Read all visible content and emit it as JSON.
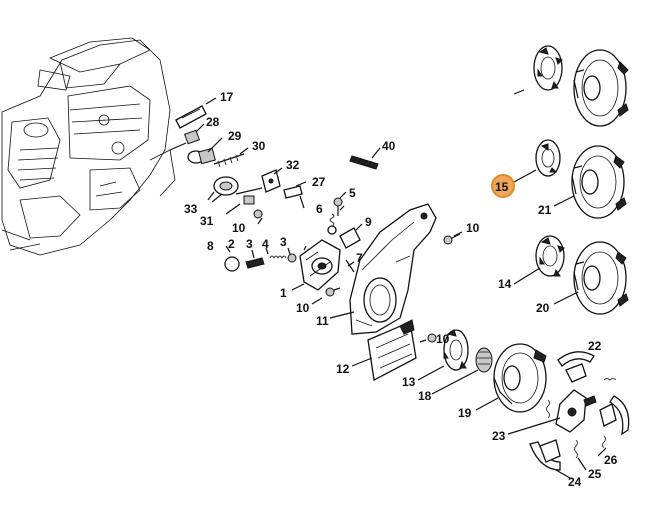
{
  "diagram": {
    "highlight_color": "#e08a2a",
    "callouts": [
      {
        "id": "c17",
        "label": "17"
      },
      {
        "id": "c28",
        "label": "28"
      },
      {
        "id": "c29",
        "label": "29"
      },
      {
        "id": "c30",
        "label": "30"
      },
      {
        "id": "c40",
        "label": "40"
      },
      {
        "id": "c32",
        "label": "32"
      },
      {
        "id": "c27",
        "label": "27"
      },
      {
        "id": "c33",
        "label": "33"
      },
      {
        "id": "c31",
        "label": "31"
      },
      {
        "id": "c5",
        "label": "5"
      },
      {
        "id": "c6",
        "label": "6"
      },
      {
        "id": "c9",
        "label": "9"
      },
      {
        "id": "c10a",
        "label": "10"
      },
      {
        "id": "c10b",
        "label": "10"
      },
      {
        "id": "c10c",
        "label": "10"
      },
      {
        "id": "c10d",
        "label": "10"
      },
      {
        "id": "c8",
        "label": "8"
      },
      {
        "id": "c2",
        "label": "2"
      },
      {
        "id": "c3",
        "label": "3"
      },
      {
        "id": "c4",
        "label": "4"
      },
      {
        "id": "c3b",
        "label": "3"
      },
      {
        "id": "c7",
        "label": "7"
      },
      {
        "id": "c1",
        "label": "1"
      },
      {
        "id": "c11",
        "label": "11"
      },
      {
        "id": "c12",
        "label": "12"
      },
      {
        "id": "c13",
        "label": "13"
      },
      {
        "id": "c18",
        "label": "18"
      },
      {
        "id": "c19",
        "label": "19"
      },
      {
        "id": "c15",
        "label": "15"
      },
      {
        "id": "c21",
        "label": "21"
      },
      {
        "id": "c14",
        "label": "14"
      },
      {
        "id": "c20",
        "label": "20"
      },
      {
        "id": "c22",
        "label": "22"
      },
      {
        "id": "c23",
        "label": "23"
      },
      {
        "id": "c26",
        "label": "26"
      },
      {
        "id": "c25",
        "label": "25"
      },
      {
        "id": "c24",
        "label": "24"
      }
    ]
  }
}
